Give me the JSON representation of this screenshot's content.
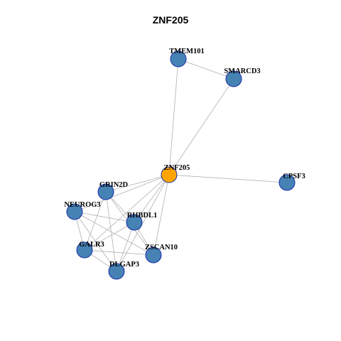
{
  "title": "ZNF205",
  "colors": {
    "center_node": "#FFA500",
    "neighbor_node": "#4682B4",
    "node_border": "#1A2FA8",
    "edge": "#B0B0B0"
  },
  "nodes": [
    {
      "id": "ZNF205",
      "label": "ZNF205",
      "role": "center"
    },
    {
      "id": "TMEM101",
      "label": "TMEM101",
      "role": "neighbor"
    },
    {
      "id": "SMARCD3",
      "label": "SMARCD3",
      "role": "neighbor"
    },
    {
      "id": "CPSF3",
      "label": "CPSF3",
      "role": "neighbor"
    },
    {
      "id": "GRIN2D",
      "label": "GRIN2D",
      "role": "neighbor"
    },
    {
      "id": "NEUROG3",
      "label": "NEUROG3",
      "role": "neighbor"
    },
    {
      "id": "RHBDL1",
      "label": "RHBDL1",
      "role": "neighbor"
    },
    {
      "id": "GALR3",
      "label": "GALR3",
      "role": "neighbor"
    },
    {
      "id": "ZSCAN10",
      "label": "ZSCAN10",
      "role": "neighbor"
    },
    {
      "id": "DLGAP3",
      "label": "DLGAP3",
      "role": "neighbor"
    }
  ],
  "edges": [
    [
      "TMEM101",
      "SMARCD3"
    ],
    [
      "TMEM101",
      "ZNF205"
    ],
    [
      "SMARCD3",
      "ZNF205"
    ],
    [
      "ZNF205",
      "CPSF3"
    ],
    [
      "ZNF205",
      "GRIN2D"
    ],
    [
      "ZNF205",
      "NEUROG3"
    ],
    [
      "ZNF205",
      "RHBDL1"
    ],
    [
      "ZNF205",
      "GALR3"
    ],
    [
      "ZNF205",
      "ZSCAN10"
    ],
    [
      "ZNF205",
      "DLGAP3"
    ],
    [
      "GRIN2D",
      "RHBDL1"
    ],
    [
      "GRIN2D",
      "GALR3"
    ],
    [
      "GRIN2D",
      "ZSCAN10"
    ],
    [
      "GRIN2D",
      "DLGAP3"
    ],
    [
      "NEUROG3",
      "RHBDL1"
    ],
    [
      "NEUROG3",
      "GALR3"
    ],
    [
      "NEUROG3",
      "ZSCAN10"
    ],
    [
      "NEUROG3",
      "DLGAP3"
    ],
    [
      "RHBDL1",
      "GALR3"
    ],
    [
      "RHBDL1",
      "ZSCAN10"
    ],
    [
      "RHBDL1",
      "DLGAP3"
    ],
    [
      "GALR3",
      "ZSCAN10"
    ],
    [
      "GALR3",
      "DLGAP3"
    ]
  ]
}
